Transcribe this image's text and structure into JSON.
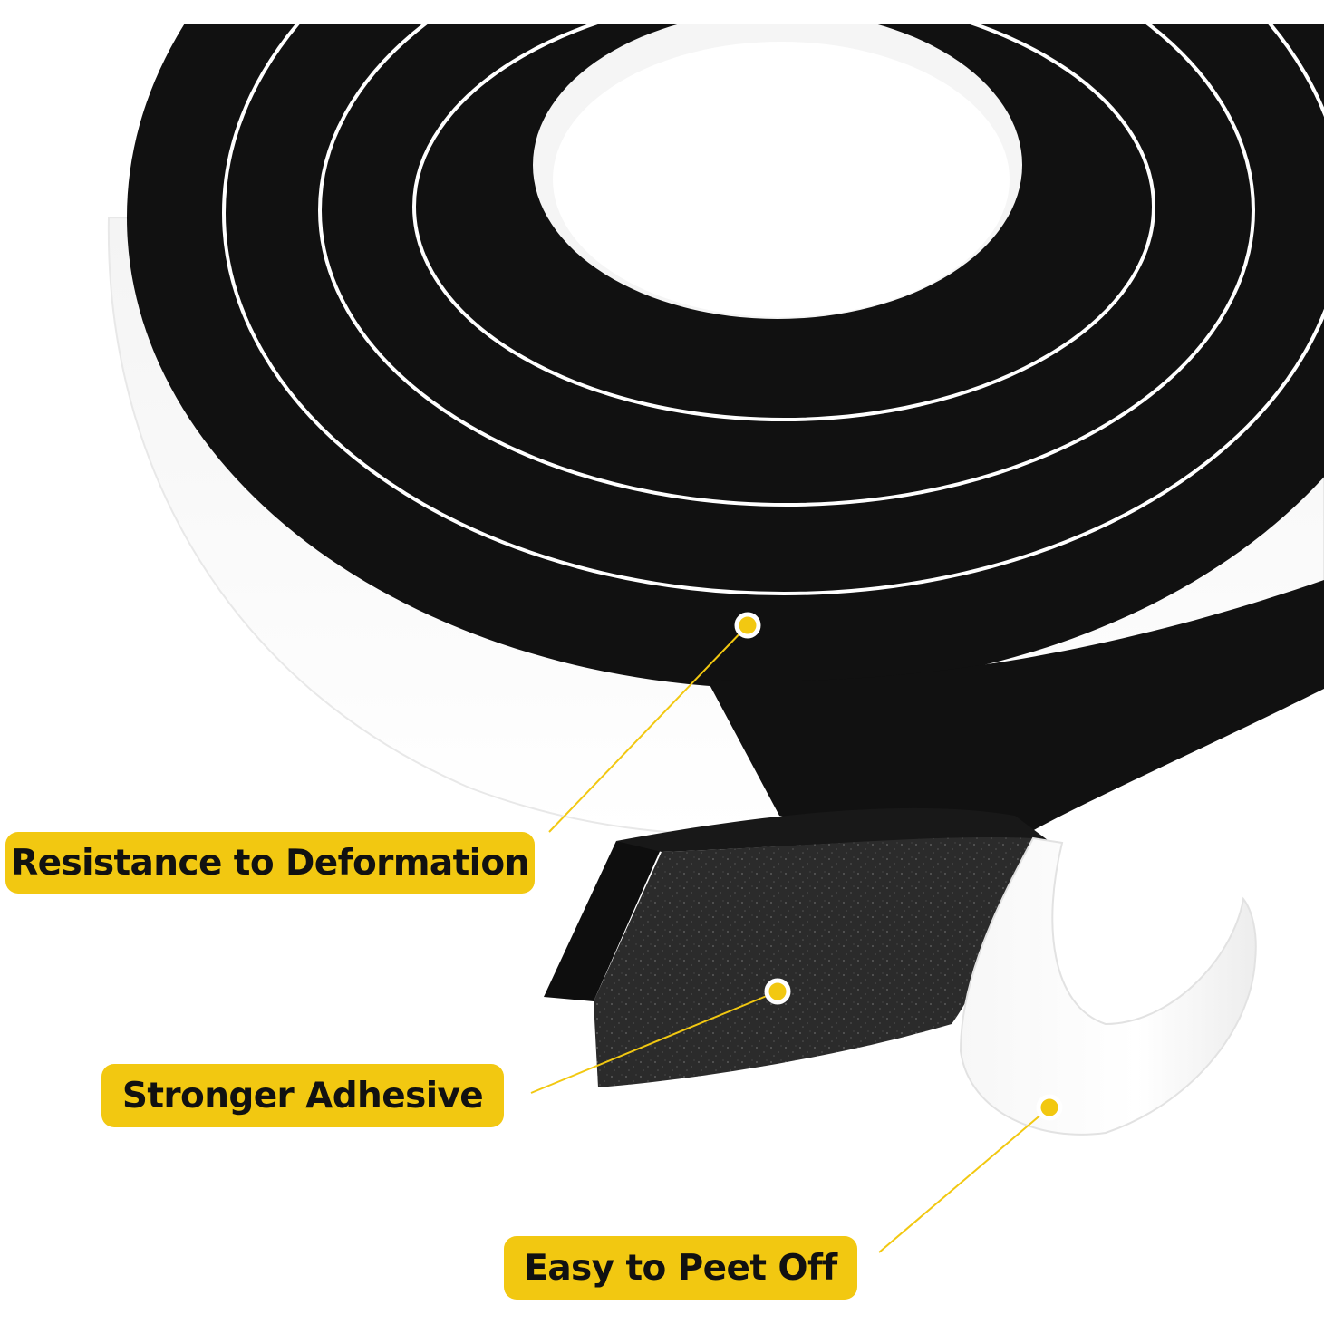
{
  "product": {
    "name": "foam-weatherstrip-tape-roll",
    "foam_color": "#111111",
    "backing_color": "#ffffff",
    "accent_color": "#f2c811"
  },
  "callouts": [
    {
      "text": "Resistance to Deformation",
      "points_to": "foam-surface"
    },
    {
      "text": "Stronger Adhesive",
      "points_to": "adhesive-side"
    },
    {
      "text": "Easy to Peet Off",
      "points_to": "release-liner"
    }
  ]
}
